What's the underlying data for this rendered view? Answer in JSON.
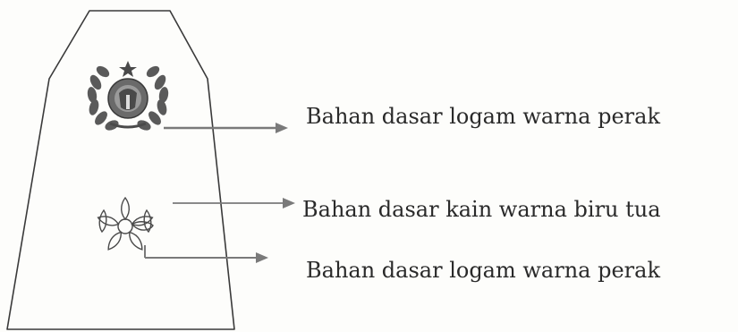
{
  "callouts": [
    {
      "id": "emblem",
      "text": "Bahan dasar logam warna perak"
    },
    {
      "id": "base",
      "text": "Bahan dasar kain warna biru tua"
    },
    {
      "id": "flower",
      "text": "Bahan dasar logam warna perak"
    }
  ],
  "colors": {
    "background": "#fdfdfb",
    "outline": "#3a3a3a",
    "arrow": "#7a7a7a",
    "text": "#2a2a2a",
    "emblem": "#5a5a5a"
  },
  "icons": [
    "state-emblem-icon",
    "flower-icon"
  ]
}
